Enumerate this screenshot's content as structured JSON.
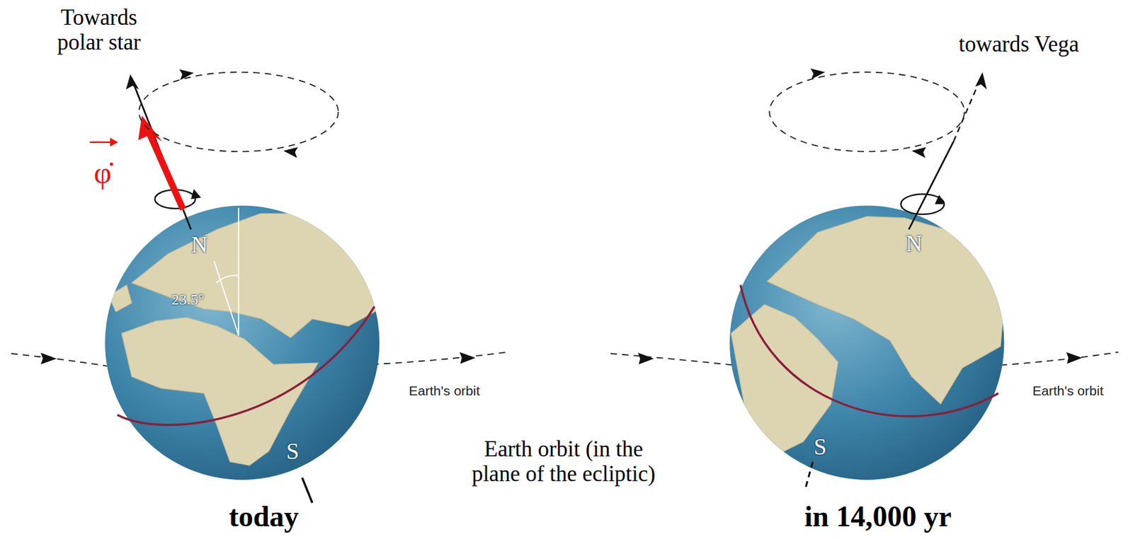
{
  "diagram": {
    "labels": [
      "Towards polar star",
      "φ̇",
      "N",
      "23.5°",
      "Earth's orbit",
      "S",
      "today",
      "Earth orbit (in the plane of the ecliptic)",
      "towards Vega",
      "N",
      "Earth's orbit",
      "S",
      "in 14,000 yr"
    ]
  }
}
